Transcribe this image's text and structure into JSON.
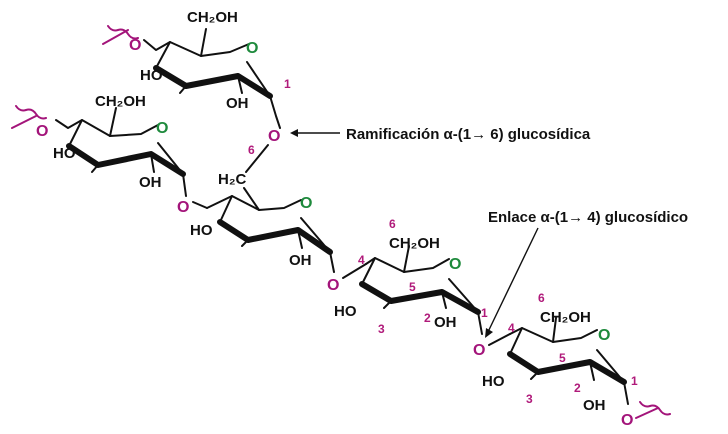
{
  "colors": {
    "bond": "#111111",
    "ring_oxygen": "#1e8a3c",
    "linkage_oxygen": "#a3147a",
    "number": "#b01a7a",
    "text": "#111111"
  },
  "groups": {
    "ch2oh": "CH₂OH",
    "ho": "HO",
    "oh": "OH",
    "h2c": "H₂C",
    "o": "O"
  },
  "annotations": {
    "branch": "Ramificación α-(1→ 6) glucosídica",
    "link": "Enlace α-(1→ 4) glucosídico"
  },
  "numbers": {
    "c1": "1",
    "c2": "2",
    "c3": "3",
    "c4": "4",
    "c5": "5",
    "c6": "6"
  },
  "icons": {
    "chain_break": "wavy-bond-icon",
    "arrow": "arrow-icon"
  }
}
